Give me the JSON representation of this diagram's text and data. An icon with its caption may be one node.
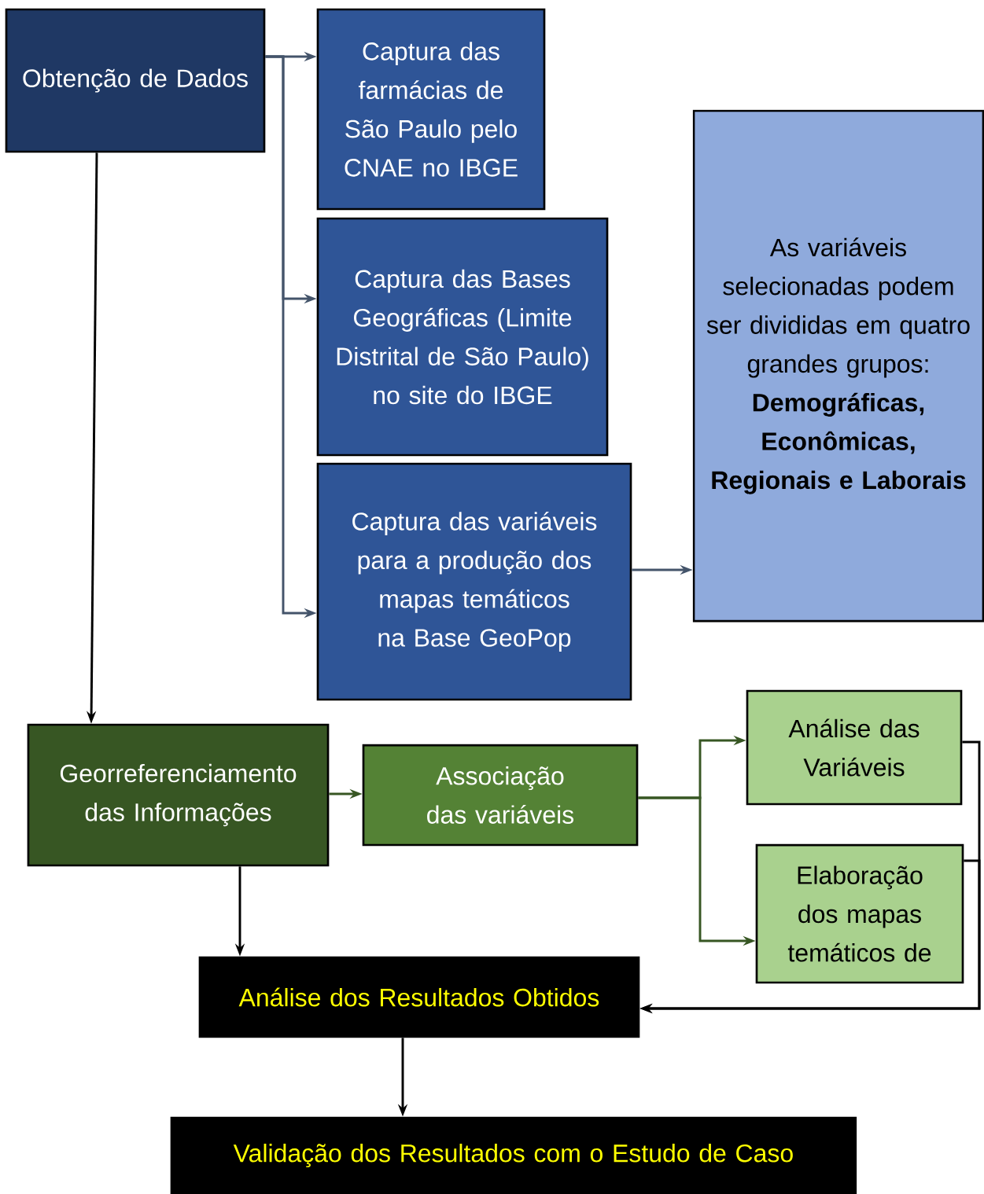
{
  "diagram": {
    "nodes": [
      {
        "text": [
          "Obtenção de Dados"
        ]
      },
      {
        "text": [
          "Captura das farmácias de São Paulo pelo CNAE no IBGE"
        ]
      },
      {
        "text": [
          "Captura das Bases Geográficas (Limite Distrital de São Paulo) no site do IBGE"
        ]
      },
      {
        "text": [
          "Captura das variáveis para a produção dos mapas temáticos na Base GeoPop"
        ]
      },
      {
        "text": [
          "As variáveis selecionadas podem ser divididas em quatro grandes grupos: **Demográficas, Econômicas, Regionais e Laborais**"
        ]
      },
      {
        "text": [
          "Georreferenciamento das Informações"
        ]
      },
      {
        "text": [
          "Associação das variáveis"
        ]
      },
      {
        "text": [
          "Análise das Variáveis"
        ]
      },
      {
        "text": [
          "Elaboração dos mapas temáticos de"
        ]
      },
      {
        "text": [
          "Análise dos Resultados Obtidos"
        ]
      },
      {
        "text": [
          "Validação dos Resultados com o Estudo de Caso"
        ]
      }
    ],
    "edges": [
      {
        "from": 0,
        "to": 1,
        "arrow": "to",
        "color": "#44546a"
      },
      {
        "from": 0,
        "to": 2,
        "arrow": "to",
        "color": "#44546a"
      },
      {
        "from": 0,
        "to": 3,
        "arrow": "to",
        "color": "#44546a"
      },
      {
        "from": 3,
        "to": 4,
        "arrow": "to",
        "color": "#44546a"
      },
      {
        "from": 0,
        "to": 5,
        "arrow": "to"
      },
      {
        "from": 5,
        "to": 6,
        "arrow": "to",
        "color": "#375623"
      },
      {
        "from": 6,
        "to": 7,
        "arrow": "to",
        "color": "#375623"
      },
      {
        "from": 6,
        "to": 8,
        "arrow": "to",
        "color": "#375623"
      },
      {
        "from": 7,
        "to": 9,
        "arrow": "to"
      },
      {
        "from": 8,
        "to": 9,
        "arrow": "to"
      },
      {
        "from": 5,
        "to": 9,
        "arrow": "to"
      },
      {
        "from": 9,
        "to": 10,
        "arrow": "to"
      }
    ]
  }
}
